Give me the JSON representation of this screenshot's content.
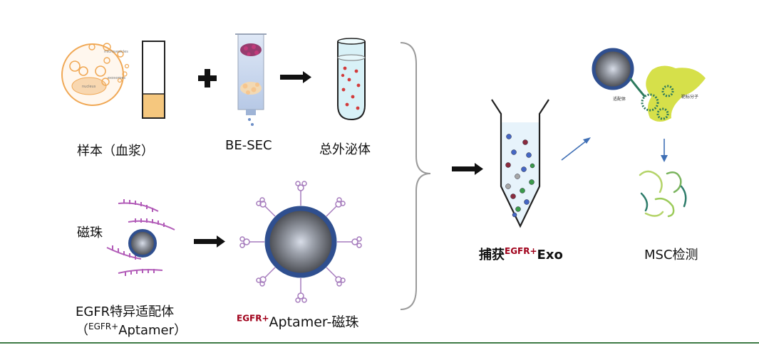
{
  "labels": {
    "sample": "样本（血浆）",
    "besec": "BE-SEC",
    "total_exo": "总外泌体",
    "beads": "磁珠",
    "aptamer_line1": "EGFR特异适配体",
    "aptamer_paren_open": "（",
    "aptamer_sup": "EGFR+",
    "aptamer_name": "Aptamer",
    "aptamer_paren_close": "）",
    "probe_sup": "EGFR+",
    "probe_name": "Aptamer-磁珠",
    "capture_prefix": "捕获",
    "capture_sup": "EGFR+",
    "capture_suffix": "Exo",
    "msc": "MSC检测",
    "cell_tag_micro": "microvesicles",
    "cell_tag_exo": "exosomes",
    "cell_tag_nucleus": "nucleus",
    "aptamer_small": "适配体",
    "target_small": "靶标分子"
  },
  "colors": {
    "accent_red": "#a0001a",
    "bead_ring": "#2f4f8f",
    "target_green": "#d6e04a",
    "arrow_blue": "#3f6fb5",
    "aptamer_purple": "#b25cb8"
  }
}
